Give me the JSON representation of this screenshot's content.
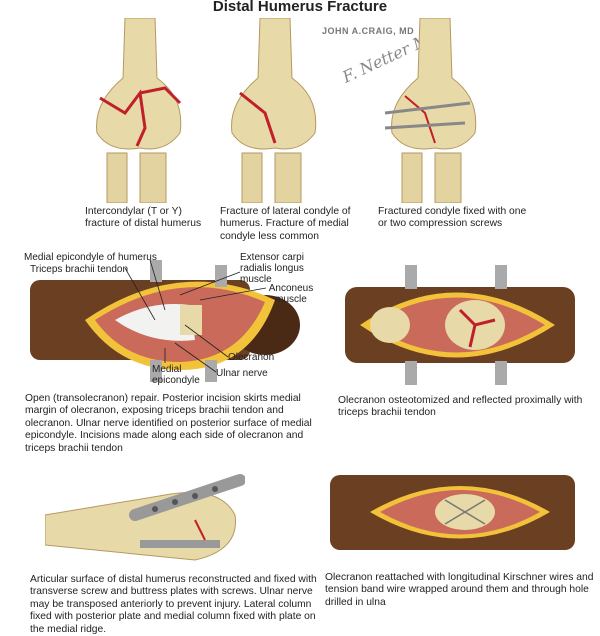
{
  "title": "Distal Humerus Fracture",
  "signature": {
    "author": "JOHN A.CRAIG, MD",
    "artist": "F. Netter M.D."
  },
  "row1": {
    "captions": [
      "Intercondylar (T or Y) fracture of distal humerus",
      "Fracture of lateral condyle of humerus. Fracture of medial condyle less common",
      "Fractured condyle fixed with one or two compression screws"
    ]
  },
  "row2": {
    "labels": {
      "medial_epicondyle_humerus": "Medial epicondyle of humerus",
      "triceps": "Triceps brachii tendon",
      "extensor": "Extensor carpi radialis longus muscle",
      "anconeus": "Anconeus muscle",
      "olecranon": "Olecranon",
      "ulnar_nerve": "Ulnar nerve",
      "medial_epicondyle": "Medial epicondyle"
    },
    "captions": [
      "Open (transolecranon) repair. Posterior incision skirts medial margin of olecranon, exposing triceps brachii tendon and olecranon. Ulnar nerve identified on posterior surface of medial epicondyle. Incisions made along each side of olecranon and triceps brachii tendon",
      "Olecranon osteotomized and reflected proximally with triceps brachii tendon"
    ]
  },
  "row3": {
    "captions": [
      "Articular surface of distal humerus reconstructed and fixed with transverse screw and buttress plates with screws. Ulnar nerve may be transposed anteriorly to prevent injury. Lateral column fixed with posterior plate and medial column fixed with plate on the medial ridge.",
      "Olecranon reattached with longitudinal Kirschner wires and tension band wire wrapped around them and through hole drilled in ulna"
    ]
  },
  "colors": {
    "bone": "#e8d9a8",
    "fracture": "#c0202a",
    "skin": "#6b3f22",
    "muscle": "#c96a5a",
    "tendon": "#f2f2f0",
    "fat": "#f2c23a"
  }
}
